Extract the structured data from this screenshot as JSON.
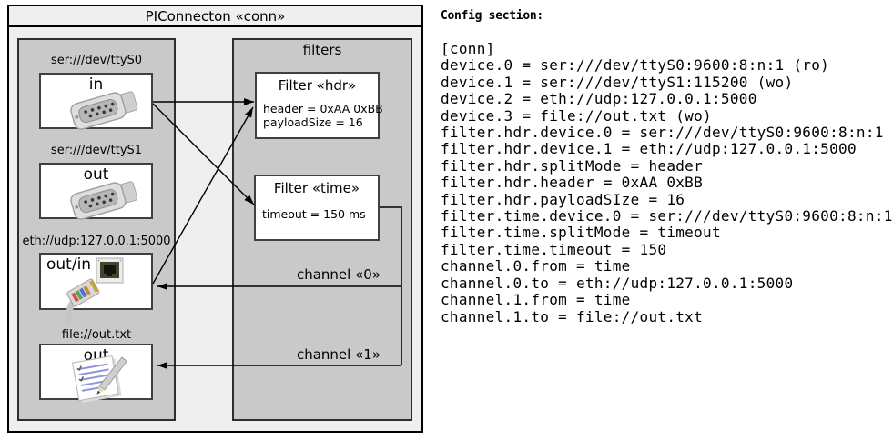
{
  "diagram": {
    "title": "PIConnecton «conn»",
    "devices": [
      {
        "label": "ser:///dev/ttyS0",
        "direction": "in",
        "icon": "serial-connector"
      },
      {
        "label": "ser:///dev/ttyS1",
        "direction": "out",
        "icon": "serial-connector"
      },
      {
        "label": "eth://udp:127.0.0.1:5000",
        "direction": "out/in",
        "icon": "ethernet-connector"
      },
      {
        "label": "file://out.txt",
        "direction": "out",
        "icon": "notepad"
      }
    ],
    "filters_group_title": "filters",
    "filters": [
      {
        "title": "Filter «hdr»",
        "attributes": [
          "header = 0xAA 0xBB",
          "payloadSize = 16"
        ]
      },
      {
        "title": "Filter «time»",
        "attributes": [
          "timeout = 150 ms"
        ]
      }
    ],
    "channels": [
      {
        "label": "channel «0»"
      },
      {
        "label": "channel «1»"
      }
    ],
    "colors": {
      "outer_fill": "#efefef",
      "group_fill": "#c9c9c9",
      "node_fill": "#ffffff",
      "line": "#000000"
    }
  },
  "config": {
    "heading": "Config section:",
    "lines": [
      "[conn]",
      "device.0 = ser:///dev/ttyS0:9600:8:n:1 (ro)",
      "device.1 = ser:///dev/ttyS1:115200 (wo)",
      "device.2 = eth://udp:127.0.0.1:5000",
      "device.3 = file://out.txt (wo)",
      "filter.hdr.device.0 = ser:///dev/ttyS0:9600:8:n:1",
      "filter.hdr.device.1 = eth://udp:127.0.0.1:5000",
      "filter.hdr.splitMode = header",
      "filter.hdr.header = 0xAA 0xBB",
      "filter.hdr.payloadSIze = 16",
      "filter.time.device.0 = ser:///dev/ttyS0:9600:8:n:1",
      "filter.time.splitMode = timeout",
      "filter.time.timeout = 150",
      "channel.0.from = time",
      "channel.0.to = eth://udp:127.0.0.1:5000",
      "channel.1.from = time",
      "channel.1.to = file://out.txt"
    ]
  }
}
